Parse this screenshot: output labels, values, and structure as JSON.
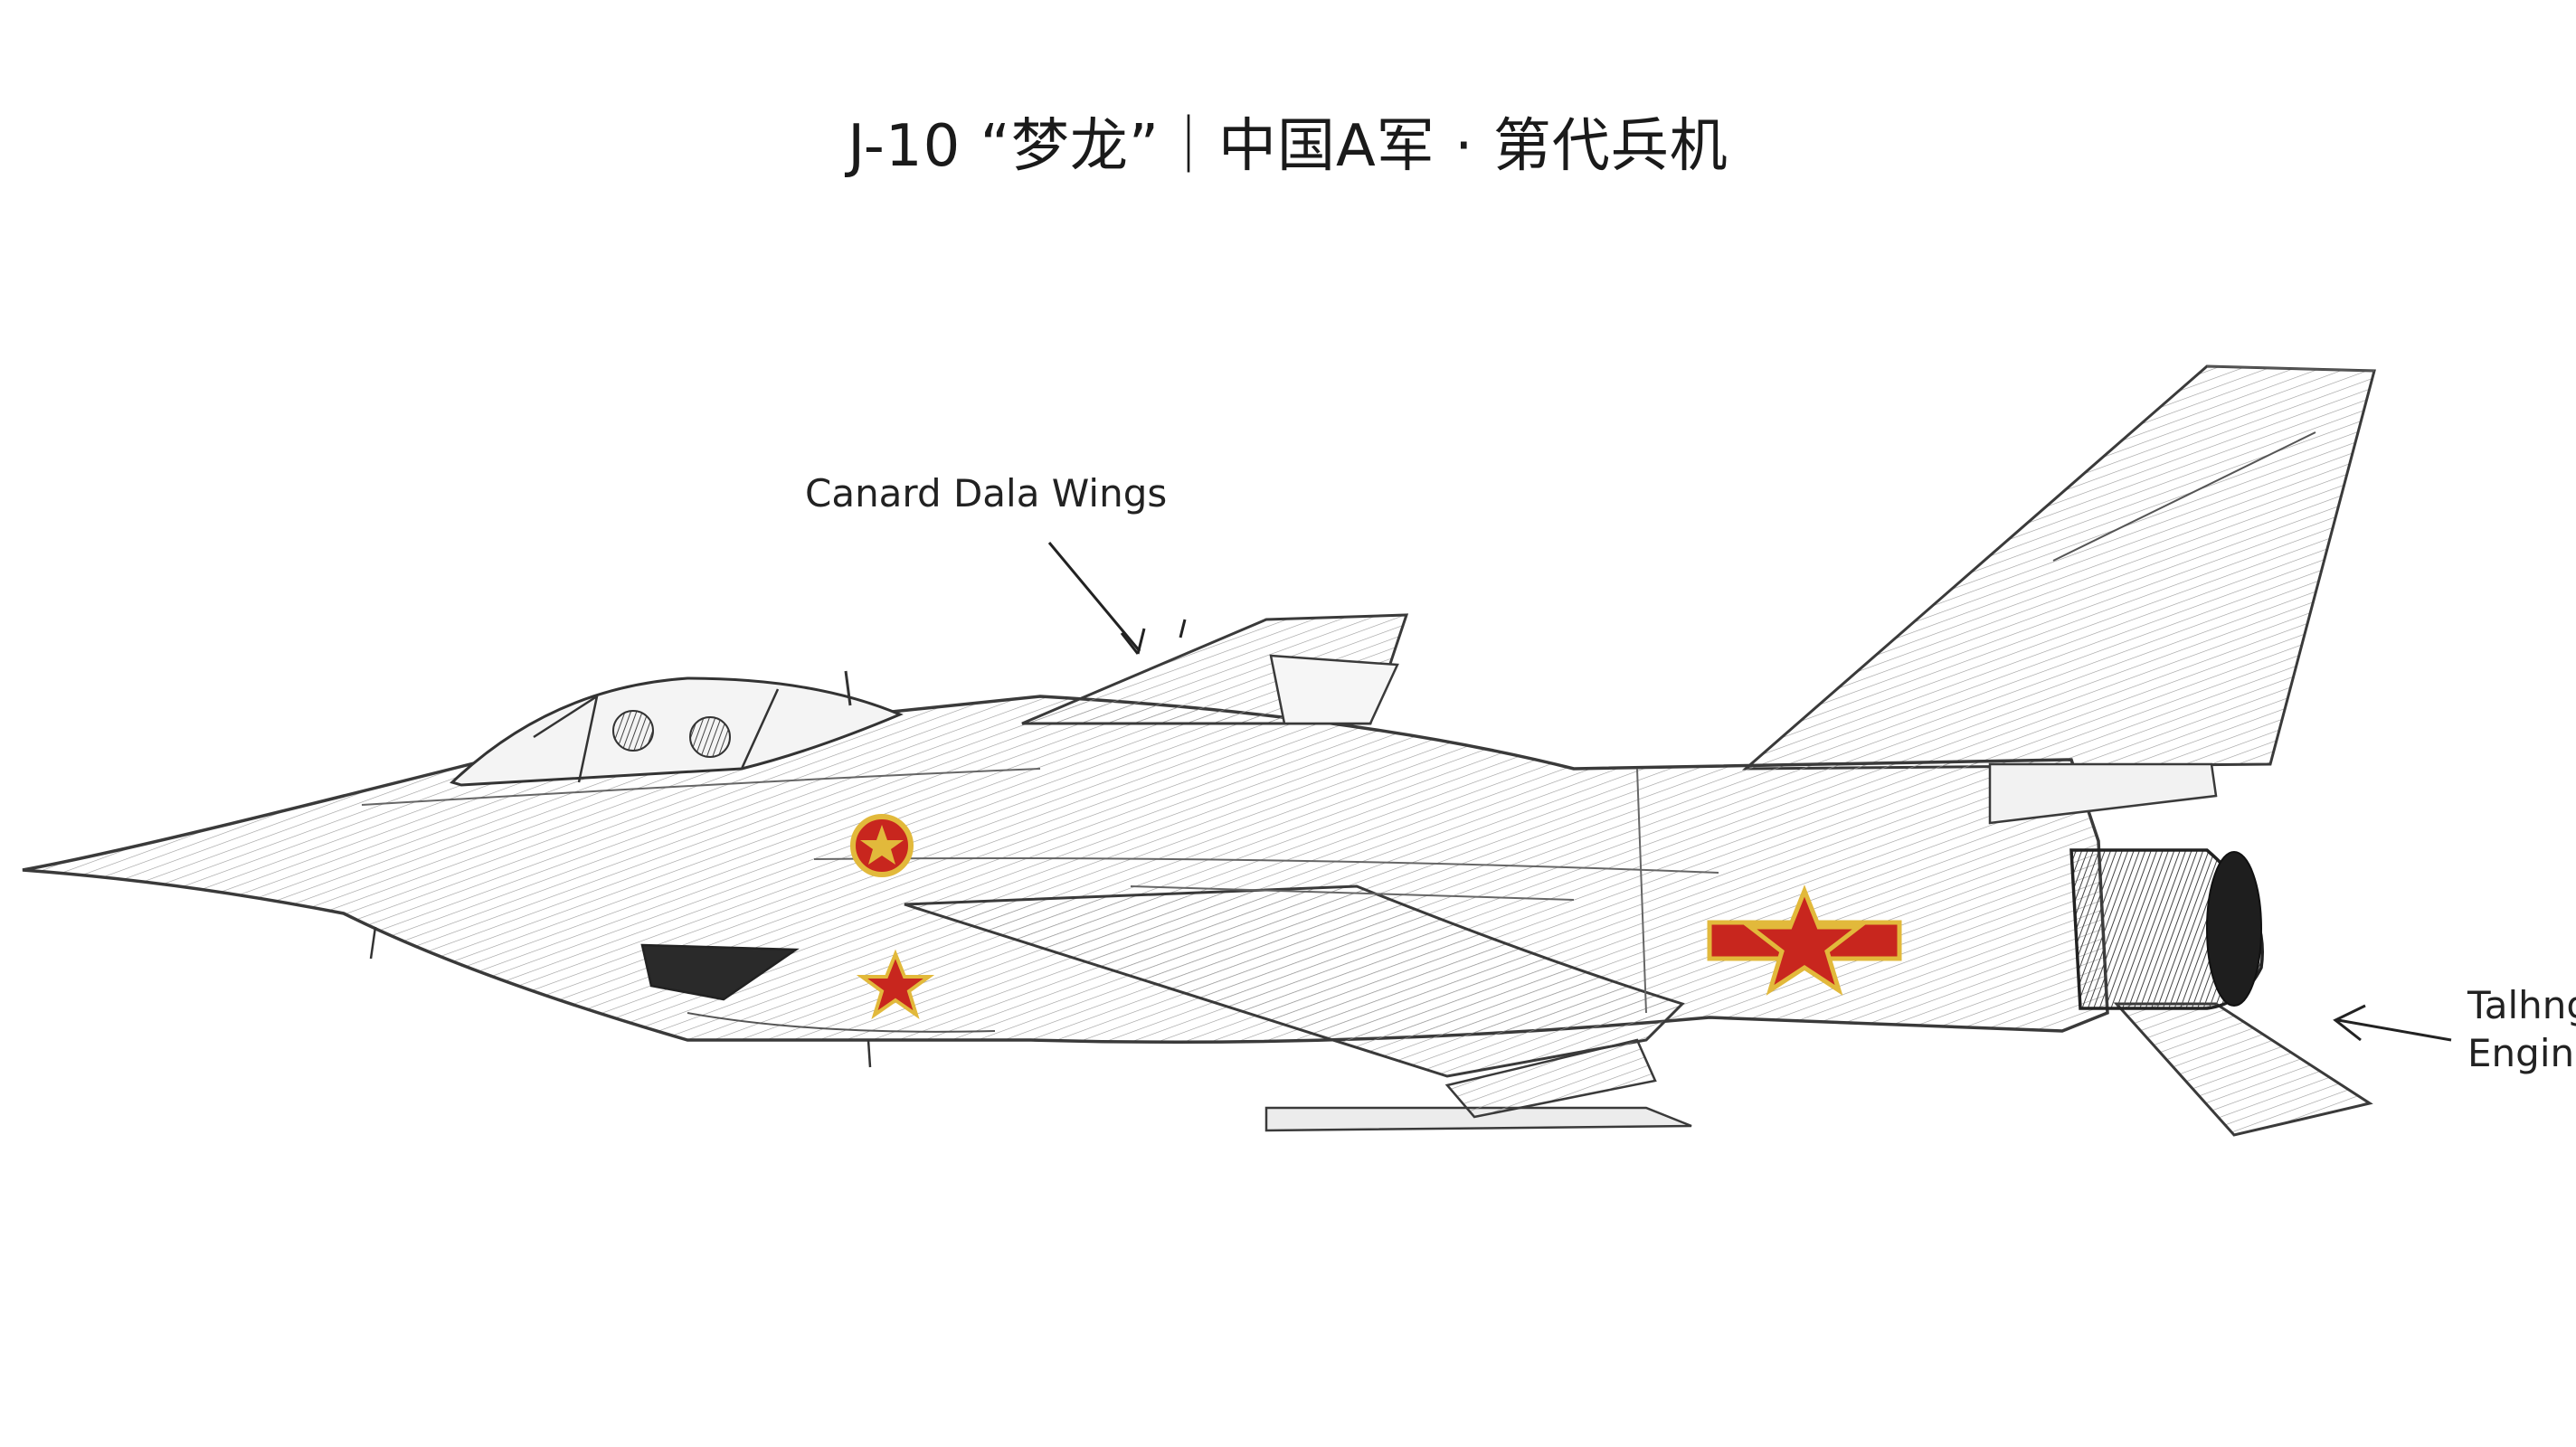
{
  "title": "J-10 “梦龙”｜中国A军 · 第代兵机",
  "annotations": {
    "canard": "Canard Dala Wings",
    "engine_line1": "Talhng",
    "engine_line2": "Enginc"
  },
  "colors": {
    "ink": "#3a3a3a",
    "insignia_red": "#c8261e",
    "insignia_gold": "#e2b93b"
  }
}
